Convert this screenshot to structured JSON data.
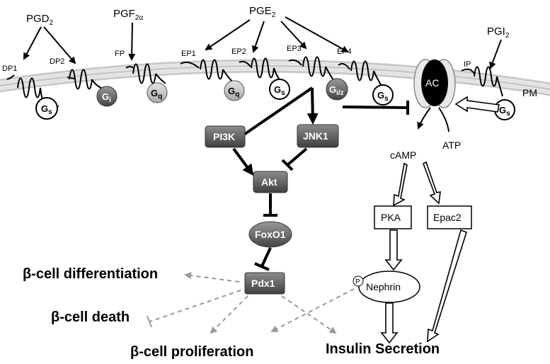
{
  "ligands": {
    "pgd": "PGD",
    "pgd_sub": "2",
    "pgf": "PGF",
    "pgf_sub": "2α",
    "pge": "PGE",
    "pge_sub": "2",
    "pgi": "PGI",
    "pgi_sub": "2"
  },
  "receptors": {
    "dp1": "DP1",
    "dp2": "DP2",
    "fp": "FP",
    "ep1": "EP1",
    "ep2": "EP2",
    "ep3": "EP3",
    "ep4": "EP4",
    "ip": "IP"
  },
  "gproteins": {
    "g": "G",
    "s": "s",
    "i": "i",
    "q": "q",
    "iz": "i/z"
  },
  "membrane": {
    "pm": "PM",
    "ac": "AC",
    "atp": "ATP",
    "camp": "cAMP"
  },
  "nodes": {
    "pi3k": "PI3K",
    "jnk1": "JNK1",
    "akt": "Akt",
    "foxo1": "FoxO1",
    "pdx1": "Pdx1",
    "pka": "PKA",
    "epac2": "Epac2",
    "nephrin": "Nephrin",
    "p": "P"
  },
  "outcomes": {
    "differentiation": "β-cell differentiation",
    "death": "β-cell death",
    "proliferation": "β-cell proliferation",
    "insulin": "Insulin Secretion"
  },
  "colors": {
    "dark_node": "#555555",
    "dashed": "#999999",
    "membrane": "#c8c8c8"
  }
}
